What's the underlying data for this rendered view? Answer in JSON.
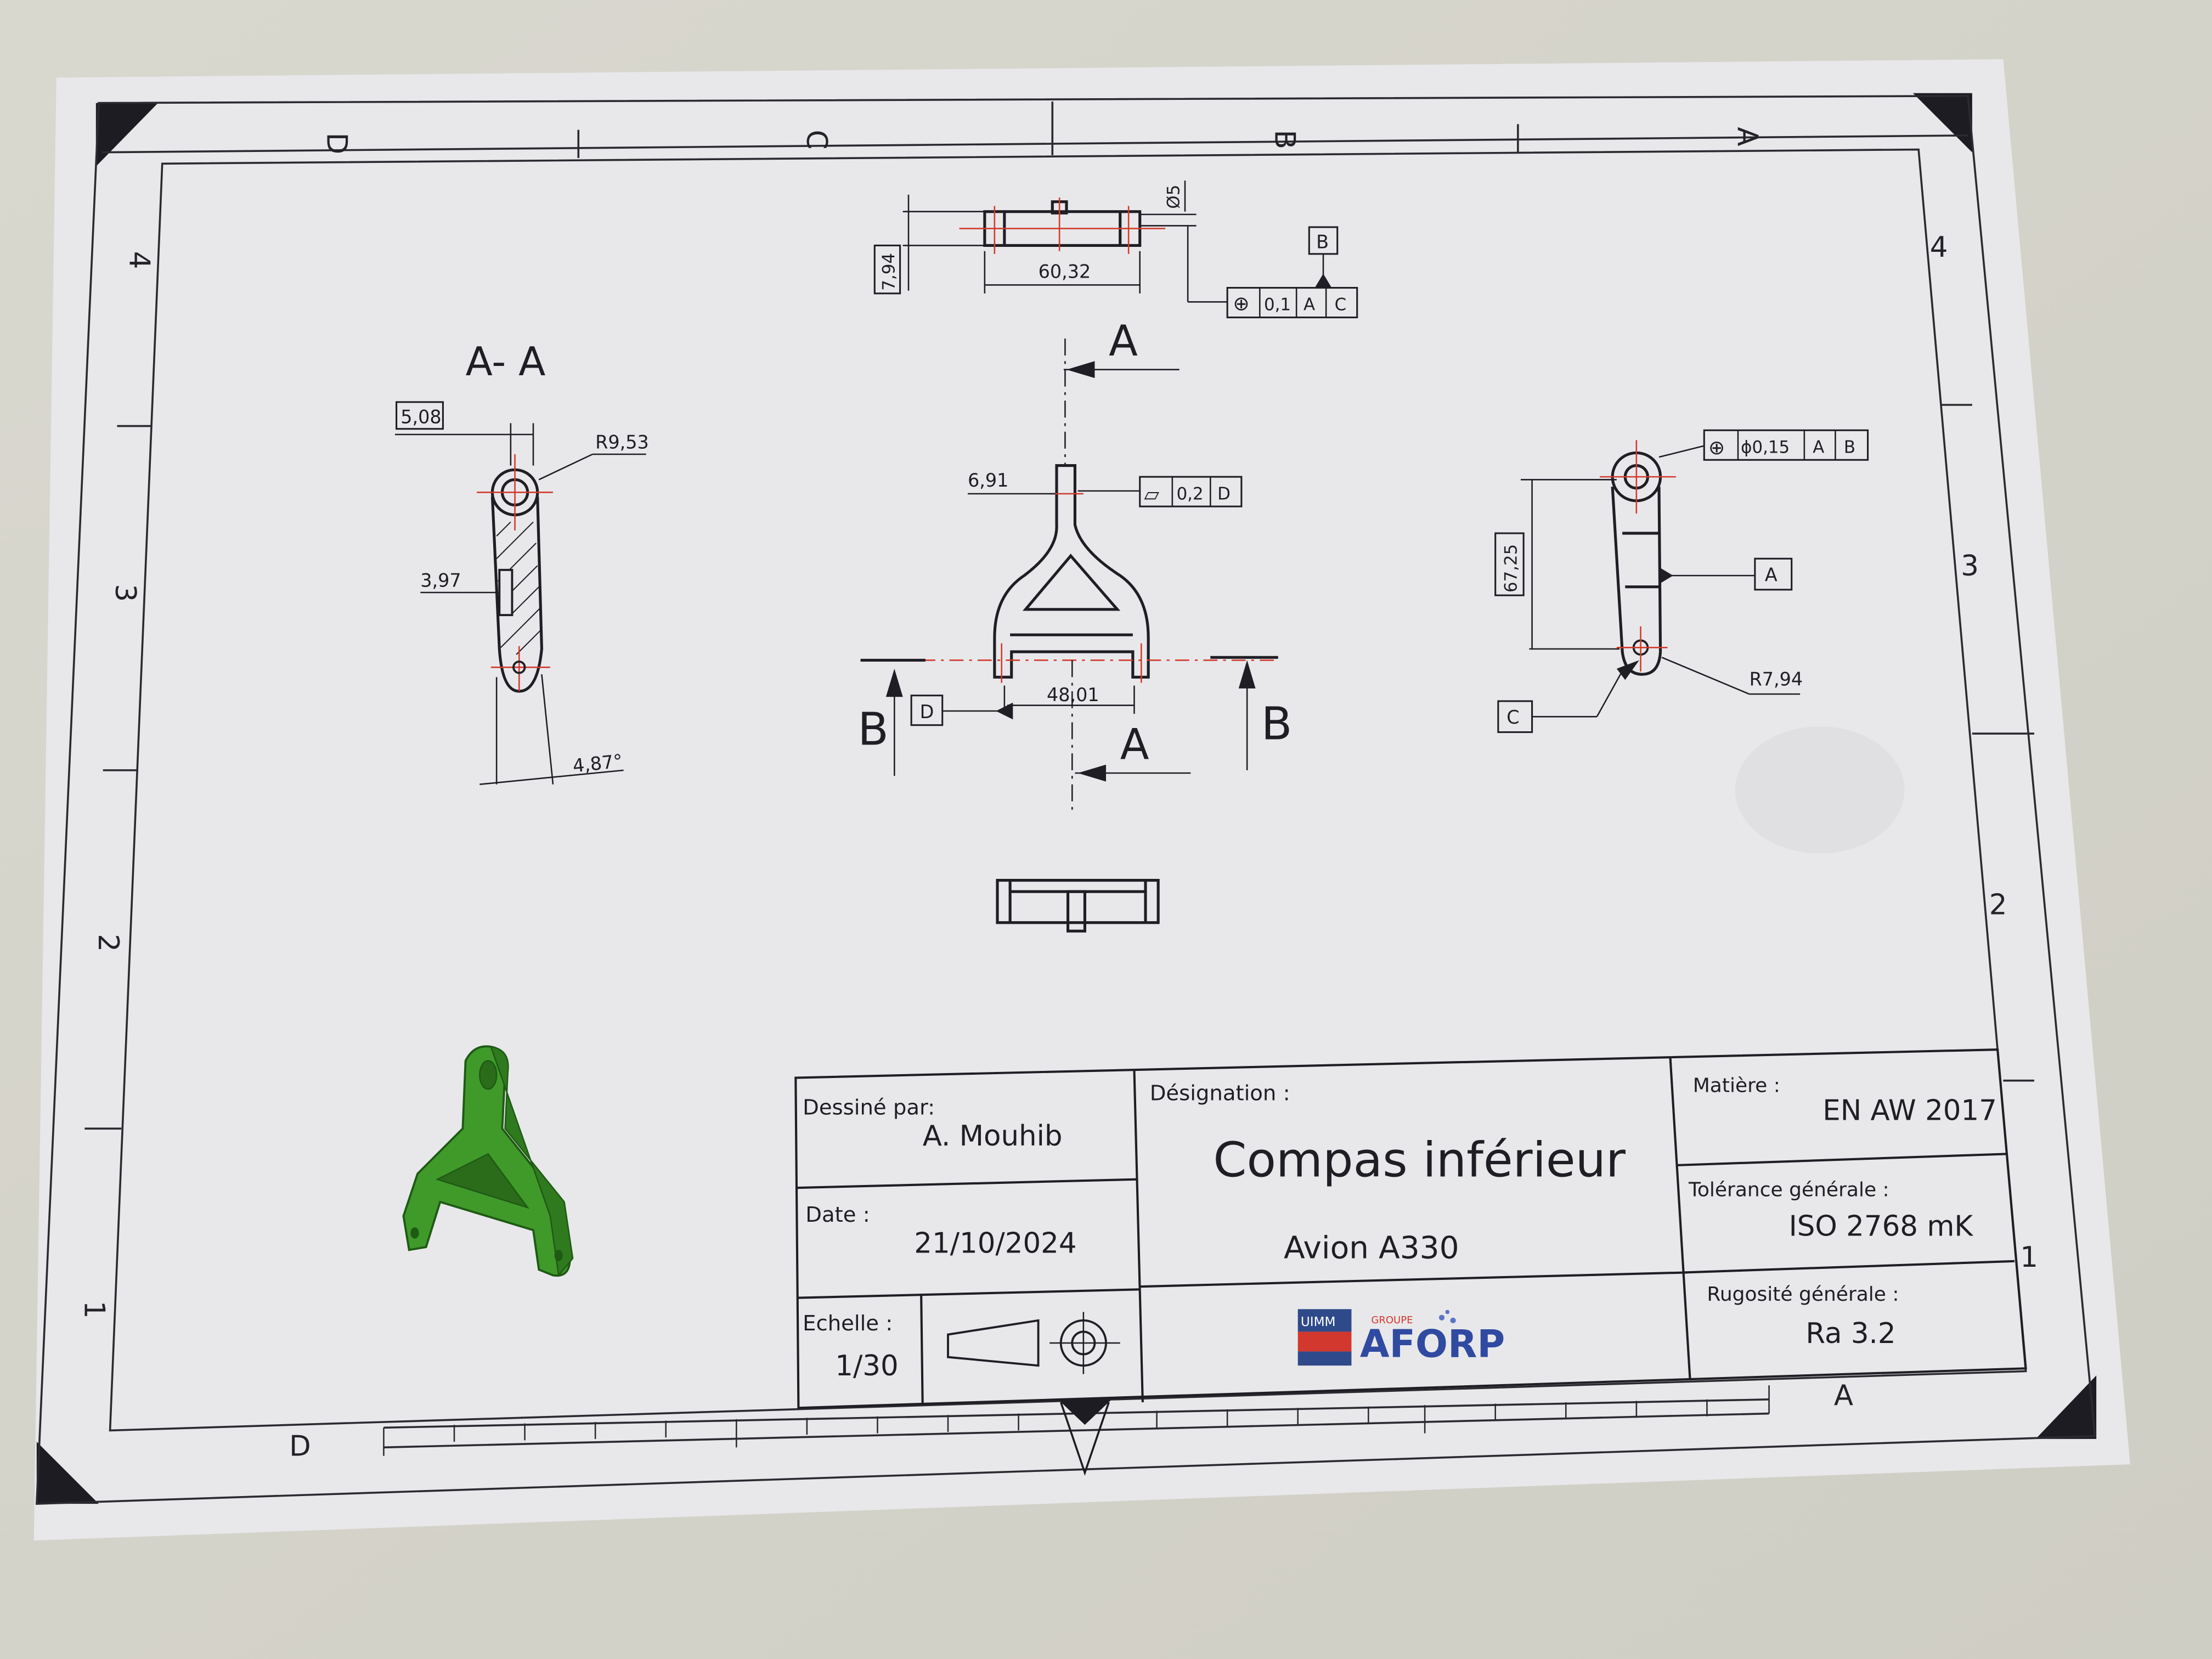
{
  "frame": {
    "columns": [
      "D",
      "C",
      "B",
      "A"
    ],
    "rows": [
      "4",
      "3",
      "2",
      "1"
    ],
    "bottom_letters": [
      "D",
      "A"
    ]
  },
  "section_view": {
    "title": "A- A",
    "dim_thickness": "5,08",
    "dim_radius": "R9,53",
    "dim_width": "3,97",
    "dim_angle": "4,87°"
  },
  "top_view": {
    "dim_height": "7,94",
    "dim_length": "60,32",
    "dim_diameter": "Ø5",
    "datum_b": "B",
    "fcf": [
      "⊕",
      "0,1",
      "A",
      "C"
    ]
  },
  "front_view": {
    "cut_label_top": "A",
    "cut_label_bottom": "A",
    "cut_label_left": "B",
    "cut_label_right": "B",
    "dim_slot": "6,91",
    "flatness": [
      "⏥",
      "0,2",
      "D"
    ],
    "datum_d": "D",
    "dim_span": "48,01"
  },
  "side_view": {
    "fcf": [
      "⊕",
      "ϕ0,15",
      "A",
      "B"
    ],
    "dim_length": "67,25",
    "datum_a": "A",
    "datum_c": "C",
    "dim_radius": "R7,94"
  },
  "title_block": {
    "drawn_by_label": "Dessiné par:",
    "drawn_by": "A. Mouhib",
    "designation_label": "Désignation :",
    "designation": "Compas inférieur",
    "subtitle": "Avion A330",
    "material_label": "Matière :",
    "material": "EN AW 2017",
    "tolerance_label": "Tolérance générale :",
    "tolerance": "ISO 2768 mK",
    "date_label": "Date :",
    "date": "21/10/2024",
    "scale_label": "Echelle :",
    "scale": "1/30",
    "roughness_label": "Rugosité générale :",
    "roughness": "Ra 3.2",
    "logo_uimm": "UIMM",
    "logo_groupe": "GROUPE",
    "logo_aforp": "AFORP"
  },
  "colors": {
    "paper": "#e9e9ec",
    "ink": "#1a1a1f",
    "part_green": "#3f9a2a",
    "centerline_red": "#d23a2a"
  }
}
